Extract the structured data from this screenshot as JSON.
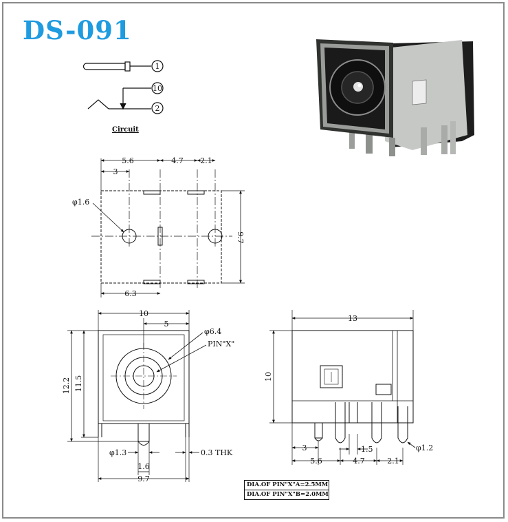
{
  "title": "DS-091",
  "circuit": {
    "label": "Circuit",
    "pins": [
      "1",
      "10",
      "2"
    ]
  },
  "top_view": {
    "dims": [
      "5.6",
      "4.7",
      "2.1",
      "3",
      "φ1.6",
      "9.7",
      "6.3"
    ]
  },
  "front_view": {
    "dims": [
      "10",
      "5",
      "φ6.4",
      "PIN\"X\"",
      "12.2",
      "11.5",
      "φ1.3",
      "1.6",
      "0.3 THK",
      "9.7"
    ]
  },
  "side_view": {
    "dims": [
      "13",
      "10",
      "3",
      "1.5",
      "φ1.2",
      "5.6",
      "4.7",
      "2.1"
    ]
  },
  "notes": [
    "DIA.OF PIN\"X\"A=2.5MM",
    "DIA.OF PIN\"X\"B=2.0MM"
  ],
  "colors": {
    "title": "#1f9be0",
    "line": "#111111",
    "frame": "#8a8a8a"
  }
}
